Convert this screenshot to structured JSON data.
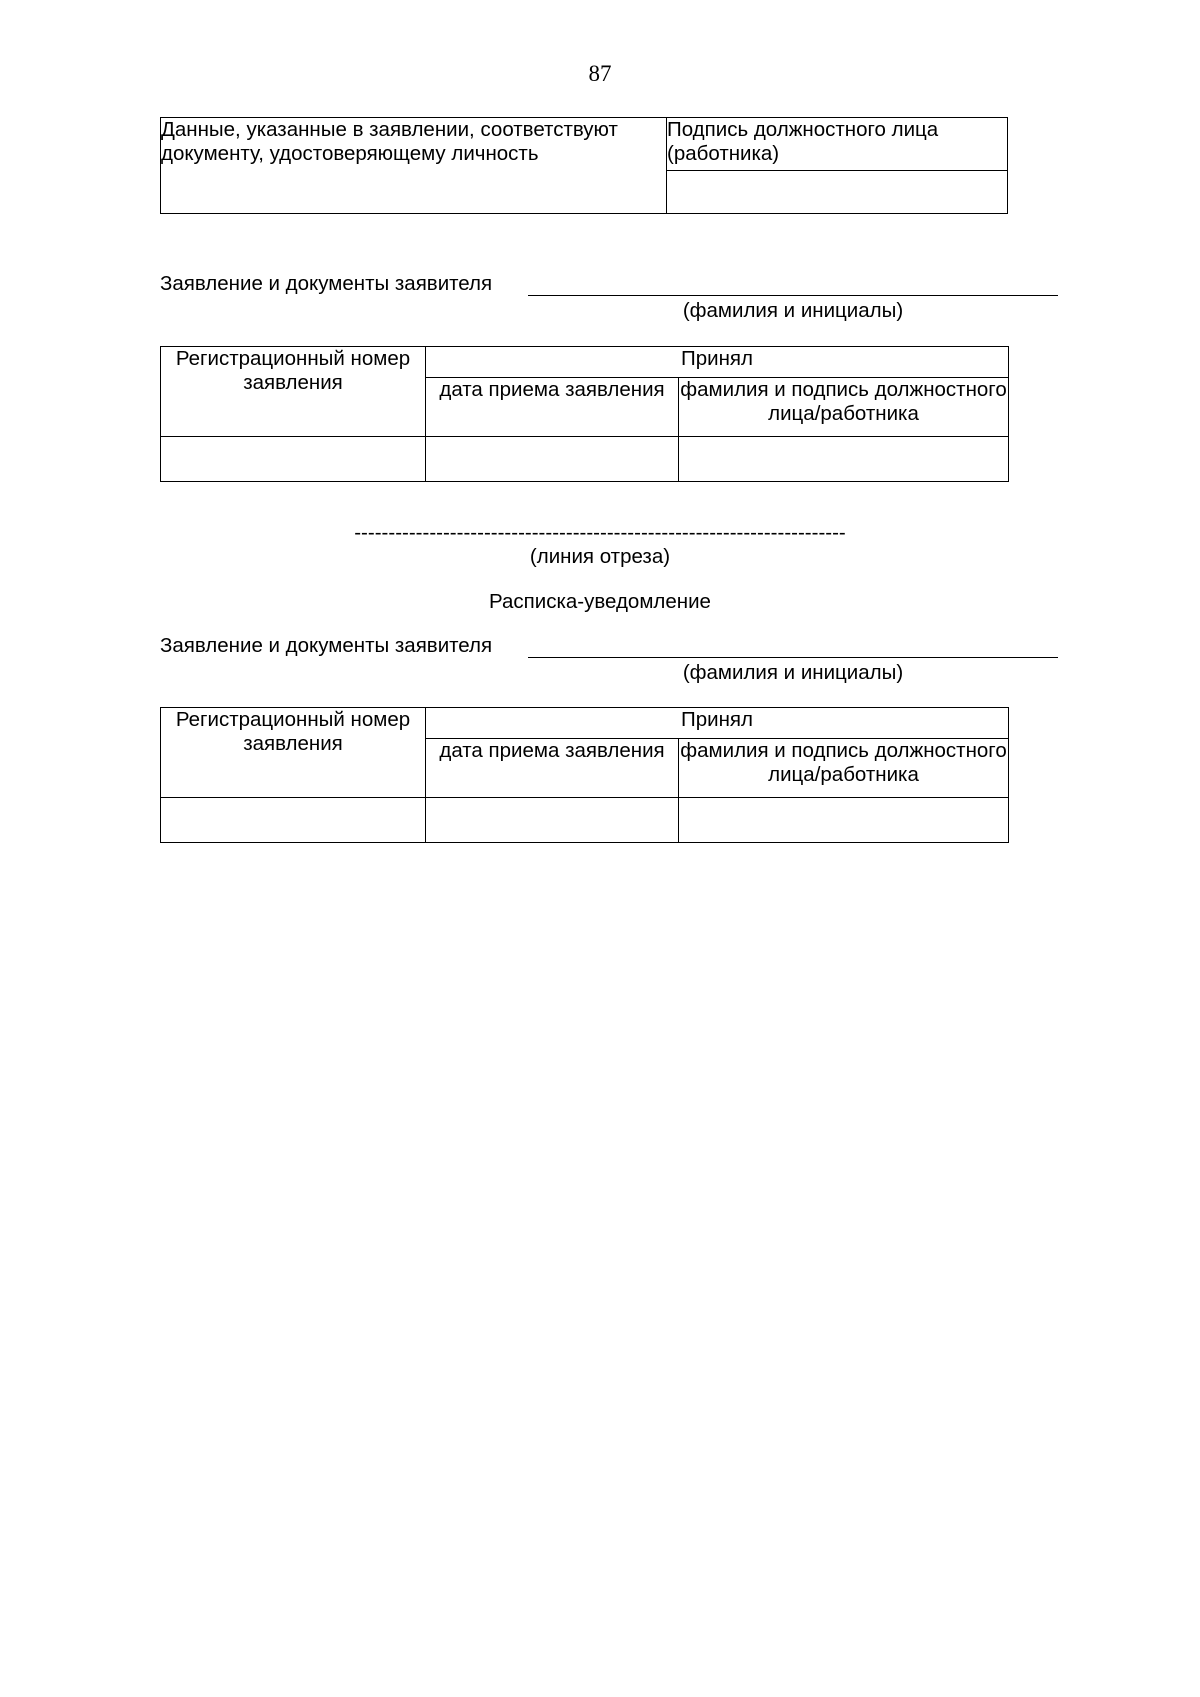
{
  "page": {
    "number": "87"
  },
  "identity_table": {
    "confirmation_text": "Данные, указанные в заявлении, соответствуют документу, удостоверяющему личность",
    "signature_label": "Подпись должностного лица (работника)",
    "signature_value": "",
    "confirmation_value": ""
  },
  "section_top": {
    "statement_label": "Заявление и документы заявителя",
    "fill_hint": "(фамилия и инициалы)",
    "field_value": ""
  },
  "receipt_table_top": {
    "reg_number_header": "Регистрационный номер заявления",
    "accepted_header": "Принял",
    "date_header": "дата приема заявления",
    "name_header": "фамилия и подпись должностного лица/работника",
    "row": {
      "reg_number": "",
      "date": "",
      "name": ""
    }
  },
  "cut": {
    "dashes": "------------------------------------------------------------------------",
    "cut_label": "(линия отреза)"
  },
  "receipt_notice": {
    "title": "Расписка-уведомление"
  },
  "section_bottom": {
    "statement_label": "Заявление и документы заявителя",
    "fill_hint": "(фамилия и инициалы)",
    "field_value": ""
  },
  "receipt_table_bottom": {
    "reg_number_header": "Регистрационный номер заявления",
    "accepted_header": "Принял",
    "date_header": "дата приема заявления",
    "name_header": "фамилия и подпись должностного лица/работника",
    "row": {
      "reg_number": "",
      "date": "",
      "name": ""
    }
  },
  "colors": {
    "ink": "#000000",
    "paper": "#ffffff"
  }
}
